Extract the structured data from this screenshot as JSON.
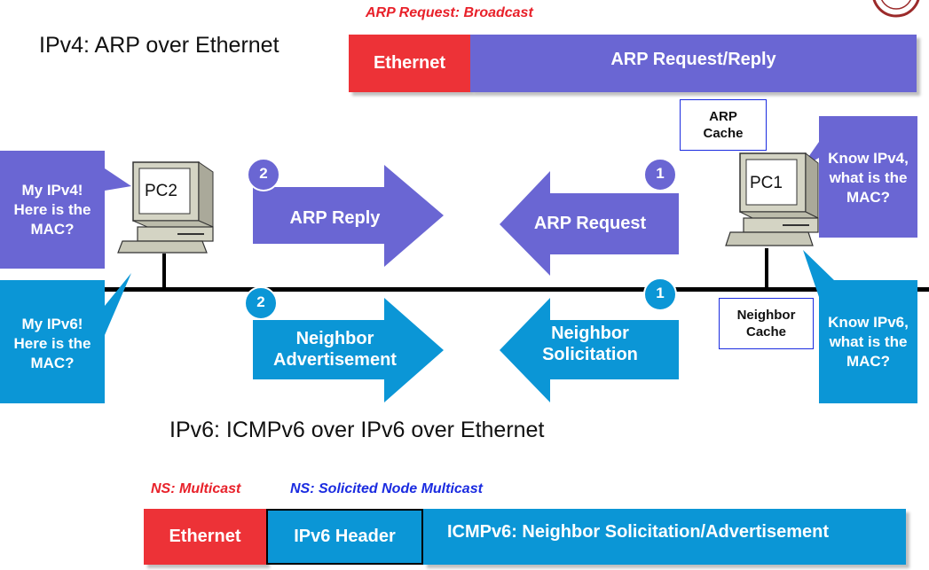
{
  "ipv4_title": "IPv4: ARP over Ethernet",
  "ipv6_title": "IPv6: ICMPv6 over IPv6 over Ethernet",
  "arp_frame": {
    "caption": "ARP Request: Broadcast",
    "ethernet": "Ethernet",
    "payload": "ARP Request/Reply"
  },
  "ipv6_frame": {
    "caption_multicast": "NS: Multicast",
    "caption_snm": "NS: Solicited Node Multicast",
    "ethernet": "Ethernet",
    "ipv6_header": "IPv6 Header",
    "payload": "ICMPv6: Neighbor Solicitation/Advertisement"
  },
  "pc2": {
    "label": "PC2"
  },
  "pc1": {
    "label": "PC1"
  },
  "arp_cache": "ARP\nCache",
  "neighbor_cache": "Neighbor\nCache",
  "callouts": {
    "pc2_ipv4": "My IPv4!\nHere is the\nMAC?",
    "pc2_ipv6": "My IPv6!\nHere is the\nMAC?",
    "pc1_ipv4": "Know IPv4,\nwhat is the\nMAC?",
    "pc1_ipv6": "Know IPv6,\nwhat is the\nMAC?"
  },
  "arrows": {
    "arp_reply": {
      "label": "ARP Reply",
      "step": "2"
    },
    "arp_request": {
      "label": "ARP Request",
      "step": "1"
    },
    "neighbor_advertisement": {
      "label": "Neighbor\nAdvertisement",
      "step": "2"
    },
    "neighbor_solicitation": {
      "label": "Neighbor\nSolicitation",
      "step": "1"
    }
  },
  "colors": {
    "ethernet_red": "#ed3237",
    "arp_purple": "#6a66d3",
    "icmp_blue": "#0b96d6",
    "wire": "#000000"
  }
}
